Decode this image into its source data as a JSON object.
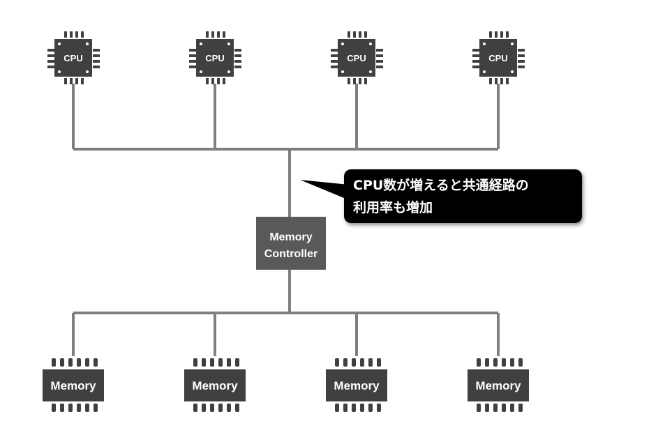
{
  "cpus": [
    {
      "label": "CPU"
    },
    {
      "label": "CPU"
    },
    {
      "label": "CPU"
    },
    {
      "label": "CPU"
    }
  ],
  "memory_controller": {
    "line1": "Memory",
    "line2": "Controller"
  },
  "memories": [
    {
      "label": "Memory"
    },
    {
      "label": "Memory"
    },
    {
      "label": "Memory"
    },
    {
      "label": "Memory"
    }
  ],
  "callout": {
    "line1": "CPU数が増えると共通経路の",
    "line2": "利用率も増加"
  },
  "colors": {
    "chip": "#404040",
    "line": "#7f7f7f",
    "controller": "#595959",
    "callout_bg": "#000000",
    "text": "#ffffff"
  }
}
